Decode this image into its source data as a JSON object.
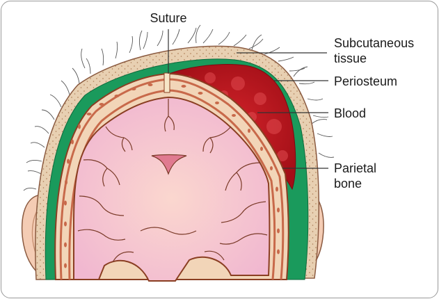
{
  "labels": {
    "suture": "Suture",
    "subcutaneous_line1": "Subcutaneous",
    "subcutaneous_line2": "tissue",
    "periosteum": "Periosteum",
    "blood": "Blood",
    "parietal_line1": "Parietal",
    "parietal_line2": "bone"
  },
  "colors": {
    "scalp": "#e8d0b2",
    "periosteum": "#1a9a5c",
    "bone": "#c8694a",
    "brain": "#f3c2d2",
    "blood": "#b0121a",
    "ventricle": "#e07a90"
  }
}
